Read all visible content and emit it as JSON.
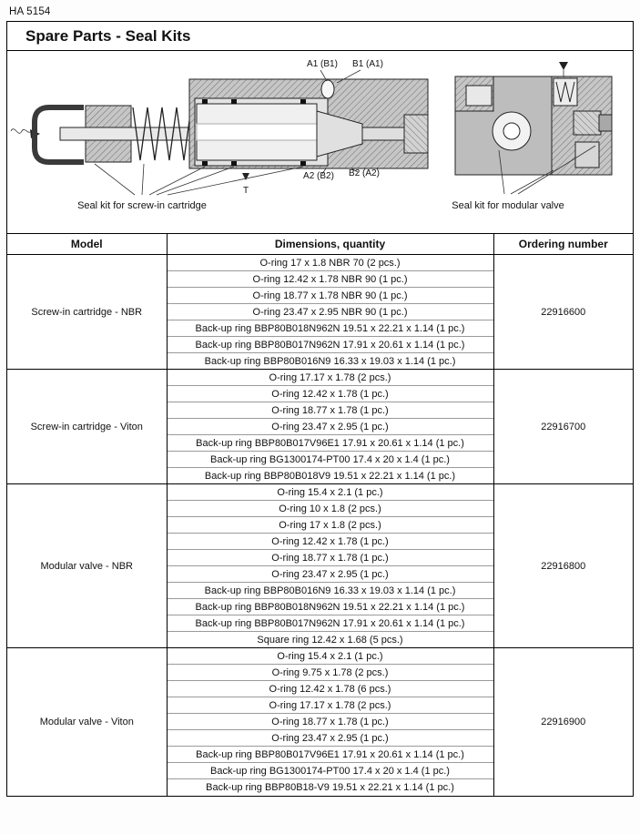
{
  "page": {
    "doc_number": "HA 5154",
    "title": "Spare Parts - Seal Kits"
  },
  "diagram": {
    "labels": {
      "a1": "A1 (B1)",
      "b1": "B1 (A1)",
      "a2": "A2 (B2)",
      "b2": "B2 (A2)",
      "t": "T"
    },
    "captions": {
      "cartridge": "Seal kit for screw-in cartridge",
      "modular": "Seal kit for modular valve"
    }
  },
  "table": {
    "headers": {
      "model": "Model",
      "dimensions": "Dimensions, quantity",
      "ordering": "Ordering number"
    },
    "groups": [
      {
        "model": "Screw-in cartridge - NBR",
        "ordering_number": "22916600",
        "items": [
          "O-ring 17 x 1.8 NBR 70 (2 pcs.)",
          "O-ring 12.42 x 1.78 NBR 90 (1 pc.)",
          "O-ring 18.77 x 1.78 NBR 90 (1 pc.)",
          "O-ring 23.47 x 2.95 NBR 90 (1 pc.)",
          "Back-up ring BBP80B018N962N 19.51 x 22.21 x 1.14 (1 pc.)",
          "Back-up ring BBP80B017N962N 17.91 x 20.61 x 1.14 (1 pc.)",
          "Back-up ring BBP80B016N9 16.33 x 19.03 x 1.14 (1 pc.)"
        ]
      },
      {
        "model": "Screw-in cartridge - Viton",
        "ordering_number": "22916700",
        "items": [
          "O-ring 17.17 x 1.78 (2 pcs.)",
          "O-ring 12.42 x 1.78 (1 pc.)",
          "O-ring 18.77 x 1.78 (1 pc.)",
          "O-ring 23.47 x 2.95 (1 pc.)",
          "Back-up ring BBP80B017V96E1 17.91 x 20.61 x 1.14 (1 pc.)",
          "Back-up ring BG1300174-PT00 17.4 x 20 x 1.4 (1 pc.)",
          "Back-up ring BBP80B018V9 19.51 x 22.21 x 1.14 (1 pc.)"
        ]
      },
      {
        "model": "Modular valve - NBR",
        "ordering_number": "22916800",
        "items": [
          "O-ring 15.4 x 2.1 (1 pc.)",
          "O-ring 10 x 1.8 (2 pcs.)",
          "O-ring 17 x 1.8 (2 pcs.)",
          "O-ring 12.42 x 1.78 (1 pc.)",
          "O-ring 18.77 x 1.78 (1 pc.)",
          "O-ring 23.47 x 2.95 (1 pc.)",
          "Back-up ring BBP80B016N9 16.33 x 19.03 x 1.14 (1 pc.)",
          "Back-up ring BBP80B018N962N 19.51 x 22.21 x 1.14 (1 pc.)",
          "Back-up ring BBP80B017N962N 17.91 x 20.61 x 1.14 (1 pc.)",
          "Square ring 12.42 x 1.68 (5 pcs.)"
        ]
      },
      {
        "model": "Modular valve - Viton",
        "ordering_number": "22916900",
        "items": [
          "O-ring 15.4 x 2.1 (1 pc.)",
          "O-ring 9.75 x 1.78 (2 pcs.)",
          "O-ring 12.42 x 1.78 (6 pcs.)",
          "O-ring 17.17 x 1.78 (2 pcs.)",
          "O-ring 18.77 x 1.78 (1 pc.)",
          "O-ring 23.47 x 2.95 (1 pc.)",
          "Back-up ring BBP80B017V96E1 17.91 x 20.61 x 1.14 (1 pc.)",
          "Back-up ring BG1300174-PT00 17.4 x 20 x 1.4 (1 pc.)",
          "Back-up ring BBP80B18-V9 19.51 x 22.21 x 1.14 (1 pc.)"
        ]
      }
    ]
  }
}
